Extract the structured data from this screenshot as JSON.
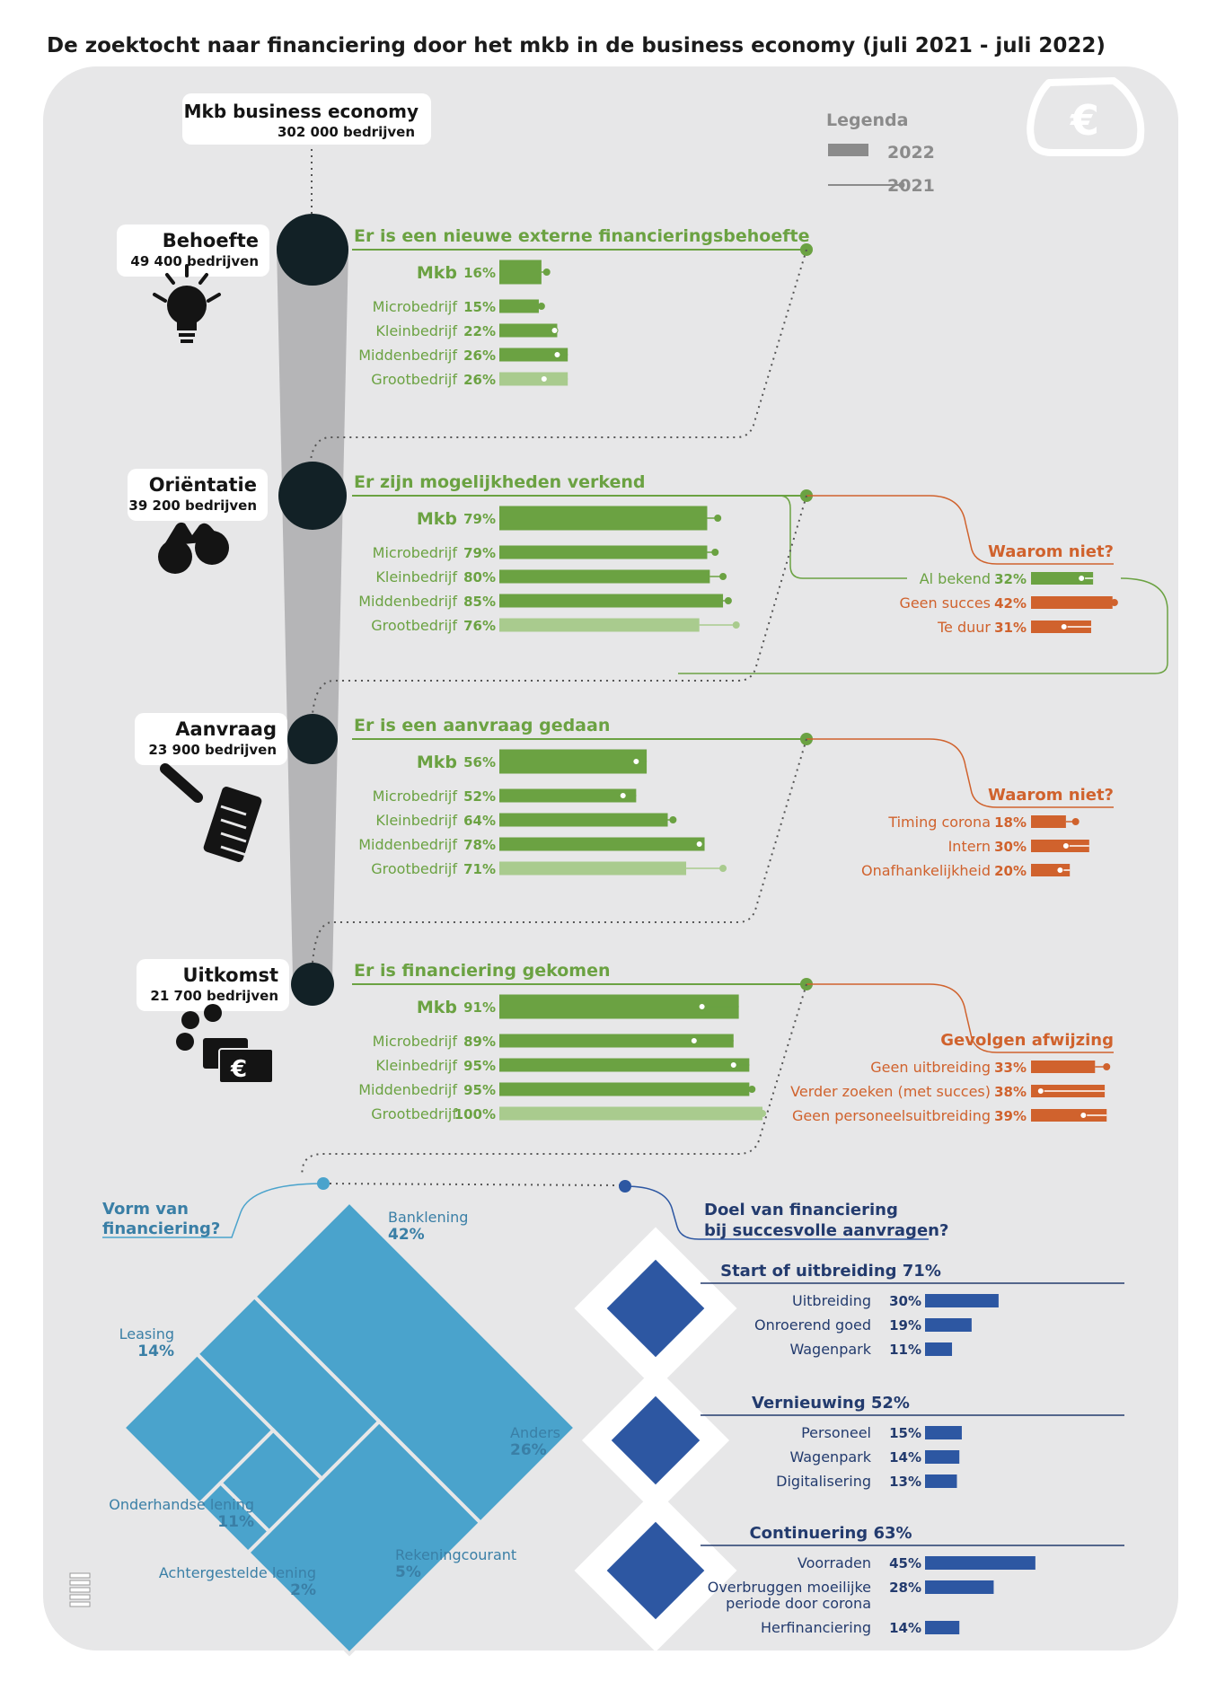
{
  "title": "De zoektocht naar financiering door het mkb in de business economy (juli 2021 - juli 2022)",
  "colors": {
    "green": "#6ba242",
    "green_light": "#a9cb8e",
    "orange": "#d0622d",
    "light_blue": "#4aa3cc",
    "navy": "#2d57a2",
    "label_blue": "#3a7fa6",
    "dark": "#122126",
    "panel": "#e7e7e8"
  },
  "icons": [
    "wallet-euro-icon",
    "light-bulb-icon",
    "binoculars-icon",
    "pen-document-icon",
    "coins-banknote-icon",
    "cbs-logo-icon"
  ],
  "legend": {
    "title": "Legenda",
    "bar_label": "2022",
    "line_label": "2021"
  },
  "funnel": {
    "top": {
      "title": "Mkb business economy",
      "count": "302 000 bedrijven"
    },
    "stages": [
      {
        "name": "Behoefte",
        "count": "49 400 bedrijven",
        "icon": "light-bulb-icon",
        "heading": "Er is een nieuwe externe financieringsbehoefte",
        "rows": [
          {
            "label": "Mkb",
            "pct_label": "16%",
            "v2022": 16,
            "v2021": 18
          },
          {
            "label": "Microbedrijf",
            "pct_label": "15%",
            "v2022": 15,
            "v2021": 16
          },
          {
            "label": "Kleinbedrijf",
            "pct_label": "22%",
            "v2022": 22,
            "v2021": 21
          },
          {
            "label": "Middenbedrijf",
            "pct_label": "26%",
            "v2022": 26,
            "v2021": 22
          },
          {
            "label": "Grootbedrijf",
            "pct_label": "26%",
            "v2022": 26,
            "v2021": 17
          }
        ]
      },
      {
        "name": "Oriëntatie",
        "count": "39 200 bedrijven",
        "icon": "binoculars-icon",
        "heading": "Er zijn mogelijkheden verkend",
        "rows": [
          {
            "label": "Mkb",
            "pct_label": "79%",
            "v2022": 79,
            "v2021": 83
          },
          {
            "label": "Microbedrijf",
            "pct_label": "79%",
            "v2022": 79,
            "v2021": 82
          },
          {
            "label": "Kleinbedrijf",
            "pct_label": "80%",
            "v2022": 80,
            "v2021": 85
          },
          {
            "label": "Middenbedrijf",
            "pct_label": "85%",
            "v2022": 85,
            "v2021": 87
          },
          {
            "label": "Grootbedrijf",
            "pct_label": "76%",
            "v2022": 76,
            "v2021": 90
          }
        ],
        "side": {
          "heading": "Waarom niet?",
          "rows": [
            {
              "label": "Al bekend",
              "pct_label": "32%",
              "v2022": 32,
              "v2021": 26,
              "color": "green"
            },
            {
              "label": "Geen succes",
              "pct_label": "42%",
              "v2022": 42,
              "v2021": 43,
              "color": "orange"
            },
            {
              "label": "Te duur",
              "pct_label": "31%",
              "v2022": 31,
              "v2021": 17,
              "color": "orange"
            }
          ]
        }
      },
      {
        "name": "Aanvraag",
        "count": "23 900 bedrijven",
        "icon": "pen-document-icon",
        "heading": "Er is een aanvraag gedaan",
        "rows": [
          {
            "label": "Mkb",
            "pct_label": "56%",
            "v2022": 56,
            "v2021": 52
          },
          {
            "label": "Microbedrijf",
            "pct_label": "52%",
            "v2022": 52,
            "v2021": 47
          },
          {
            "label": "Kleinbedrijf",
            "pct_label": "64%",
            "v2022": 64,
            "v2021": 66
          },
          {
            "label": "Middenbedrijf",
            "pct_label": "78%",
            "v2022": 78,
            "v2021": 76
          },
          {
            "label": "Grootbedrijf",
            "pct_label": "71%",
            "v2022": 71,
            "v2021": 85
          }
        ],
        "side": {
          "heading": "Waarom niet?",
          "rows": [
            {
              "label": "Timing corona",
              "pct_label": "18%",
              "v2022": 18,
              "v2021": 23,
              "color": "orange"
            },
            {
              "label": "Intern",
              "pct_label": "30%",
              "v2022": 30,
              "v2021": 18,
              "color": "orange"
            },
            {
              "label": "Onafhankelijkheid",
              "pct_label": "20%",
              "v2022": 20,
              "v2021": 15,
              "color": "orange"
            }
          ]
        }
      },
      {
        "name": "Uitkomst",
        "count": "21 700 bedrijven",
        "icon": "coins-banknote-icon",
        "heading": "Er is financiering gekomen",
        "rows": [
          {
            "label": "Mkb",
            "pct_label": "91%",
            "v2022": 91,
            "v2021": 77
          },
          {
            "label": "Microbedrijf",
            "pct_label": "89%",
            "v2022": 89,
            "v2021": 74
          },
          {
            "label": "Kleinbedrijf",
            "pct_label": "95%",
            "v2022": 95,
            "v2021": 89
          },
          {
            "label": "Middenbedrijf",
            "pct_label": "95%",
            "v2022": 95,
            "v2021": 96
          },
          {
            "label": "Grootbedrijf",
            "pct_label": "100%",
            "v2022": 100,
            "v2021": 100
          }
        ],
        "side": {
          "heading": "Gevolgen afwijzing",
          "rows": [
            {
              "label": "Geen uitbreiding",
              "pct_label": "33%",
              "v2022": 33,
              "v2021": 39,
              "color": "orange"
            },
            {
              "label": "Verder zoeken (met succes)",
              "pct_label": "38%",
              "v2022": 38,
              "v2021": 5,
              "color": "orange"
            },
            {
              "label": "Geen personeelsuitbreiding",
              "pct_label": "39%",
              "v2022": 39,
              "v2021": 27,
              "color": "orange"
            }
          ]
        }
      }
    ]
  },
  "financing_form": {
    "title_line1": "Vorm van",
    "title_line2": "financiering?",
    "items": [
      {
        "name": "Banklening",
        "pct_label": "42%",
        "value": 42
      },
      {
        "name": "Anders",
        "pct_label": "26%",
        "value": 26
      },
      {
        "name": "Leasing",
        "pct_label": "14%",
        "value": 14
      },
      {
        "name": "Onderhandse lening",
        "pct_label": "11%",
        "value": 11
      },
      {
        "name": "Rekeningcourant",
        "pct_label": "5%",
        "value": 5
      },
      {
        "name": "Achtergestelde lening",
        "pct_label": "2%",
        "value": 2
      }
    ]
  },
  "financing_goal": {
    "title_line1": "Doel van financiering",
    "title_line2": "bij succesvolle aanvragen?",
    "groups": [
      {
        "heading": "Start of uitbreiding 71%",
        "items": [
          {
            "label": "Uitbreiding",
            "pct_label": "30%",
            "value": 30
          },
          {
            "label": "Onroerend goed",
            "pct_label": "19%",
            "value": 19
          },
          {
            "label": "Wagenpark",
            "pct_label": "11%",
            "value": 11
          }
        ]
      },
      {
        "heading": "Vernieuwing 52%",
        "items": [
          {
            "label": "Personeel",
            "pct_label": "15%",
            "value": 15
          },
          {
            "label": "Wagenpark",
            "pct_label": "14%",
            "value": 14
          },
          {
            "label": "Digitalisering",
            "pct_label": "13%",
            "value": 13
          }
        ]
      },
      {
        "heading": "Continuering 63%",
        "items": [
          {
            "label": "Voorraden",
            "pct_label": "45%",
            "value": 45
          },
          {
            "label": "Overbruggen moeilijke periode door corona",
            "pct_label": "28%",
            "value": 28
          },
          {
            "label": "Herfinanciering",
            "pct_label": "14%",
            "value": 14
          }
        ]
      }
    ]
  },
  "chart_data": [
    {
      "type": "bar",
      "title": "Er is een nieuwe externe financieringsbehoefte",
      "categories": [
        "Mkb",
        "Microbedrijf",
        "Kleinbedrijf",
        "Middenbedrijf",
        "Grootbedrijf"
      ],
      "series": [
        {
          "name": "2022",
          "values": [
            16,
            15,
            22,
            26,
            26
          ]
        },
        {
          "name": "2021",
          "values": [
            18,
            16,
            21,
            22,
            17
          ]
        }
      ]
    },
    {
      "type": "bar",
      "title": "Er zijn mogelijkheden verkend",
      "categories": [
        "Mkb",
        "Microbedrijf",
        "Kleinbedrijf",
        "Middenbedrijf",
        "Grootbedrijf"
      ],
      "series": [
        {
          "name": "2022",
          "values": [
            79,
            79,
            80,
            85,
            76
          ]
        },
        {
          "name": "2021",
          "values": [
            83,
            82,
            85,
            87,
            90
          ]
        }
      ]
    },
    {
      "type": "bar",
      "title": "Waarom niet?",
      "categories": [
        "Al bekend",
        "Geen succes",
        "Te duur"
      ],
      "series": [
        {
          "name": "2022",
          "values": [
            32,
            42,
            31
          ]
        },
        {
          "name": "2021",
          "values": [
            26,
            43,
            17
          ]
        }
      ]
    },
    {
      "type": "bar",
      "title": "Er is een aanvraag gedaan",
      "categories": [
        "Mkb",
        "Microbedrijf",
        "Kleinbedrijf",
        "Middenbedrijf",
        "Grootbedrijf"
      ],
      "series": [
        {
          "name": "2022",
          "values": [
            56,
            52,
            64,
            78,
            71
          ]
        },
        {
          "name": "2021",
          "values": [
            52,
            47,
            66,
            76,
            85
          ]
        }
      ]
    },
    {
      "type": "bar",
      "title": "Waarom niet?",
      "categories": [
        "Timing corona",
        "Intern",
        "Onafhankelijkheid"
      ],
      "series": [
        {
          "name": "2022",
          "values": [
            18,
            30,
            20
          ]
        },
        {
          "name": "2021",
          "values": [
            23,
            18,
            15
          ]
        }
      ]
    },
    {
      "type": "bar",
      "title": "Er is financiering gekomen",
      "categories": [
        "Mkb",
        "Microbedrijf",
        "Kleinbedrijf",
        "Middenbedrijf",
        "Grootbedrijf"
      ],
      "series": [
        {
          "name": "2022",
          "values": [
            91,
            89,
            95,
            95,
            100
          ]
        },
        {
          "name": "2021",
          "values": [
            77,
            74,
            89,
            96,
            100
          ]
        }
      ]
    },
    {
      "type": "bar",
      "title": "Gevolgen afwijzing",
      "categories": [
        "Geen uitbreiding",
        "Verder zoeken (met succes)",
        "Geen personeelsuitbreiding"
      ],
      "series": [
        {
          "name": "2022",
          "values": [
            33,
            38,
            39
          ]
        },
        {
          "name": "2021",
          "values": [
            39,
            5,
            27
          ]
        }
      ]
    },
    {
      "type": "area",
      "title": "Vorm van financiering?",
      "categories": [
        "Banklening",
        "Anders",
        "Leasing",
        "Onderhandse lening",
        "Rekeningcourant",
        "Achtergestelde lening"
      ],
      "values": [
        42,
        26,
        14,
        11,
        5,
        2
      ]
    },
    {
      "type": "bar",
      "title": "Doel van financiering bij succesvolle aanvragen?",
      "categories": [
        "Uitbreiding",
        "Onroerend goed",
        "Wagenpark",
        "Personeel",
        "Wagenpark",
        "Digitalisering",
        "Voorraden",
        "Overbruggen moeilijke periode door corona",
        "Herfinanciering"
      ],
      "values": [
        30,
        19,
        11,
        15,
        14,
        13,
        45,
        28,
        14
      ]
    }
  ]
}
